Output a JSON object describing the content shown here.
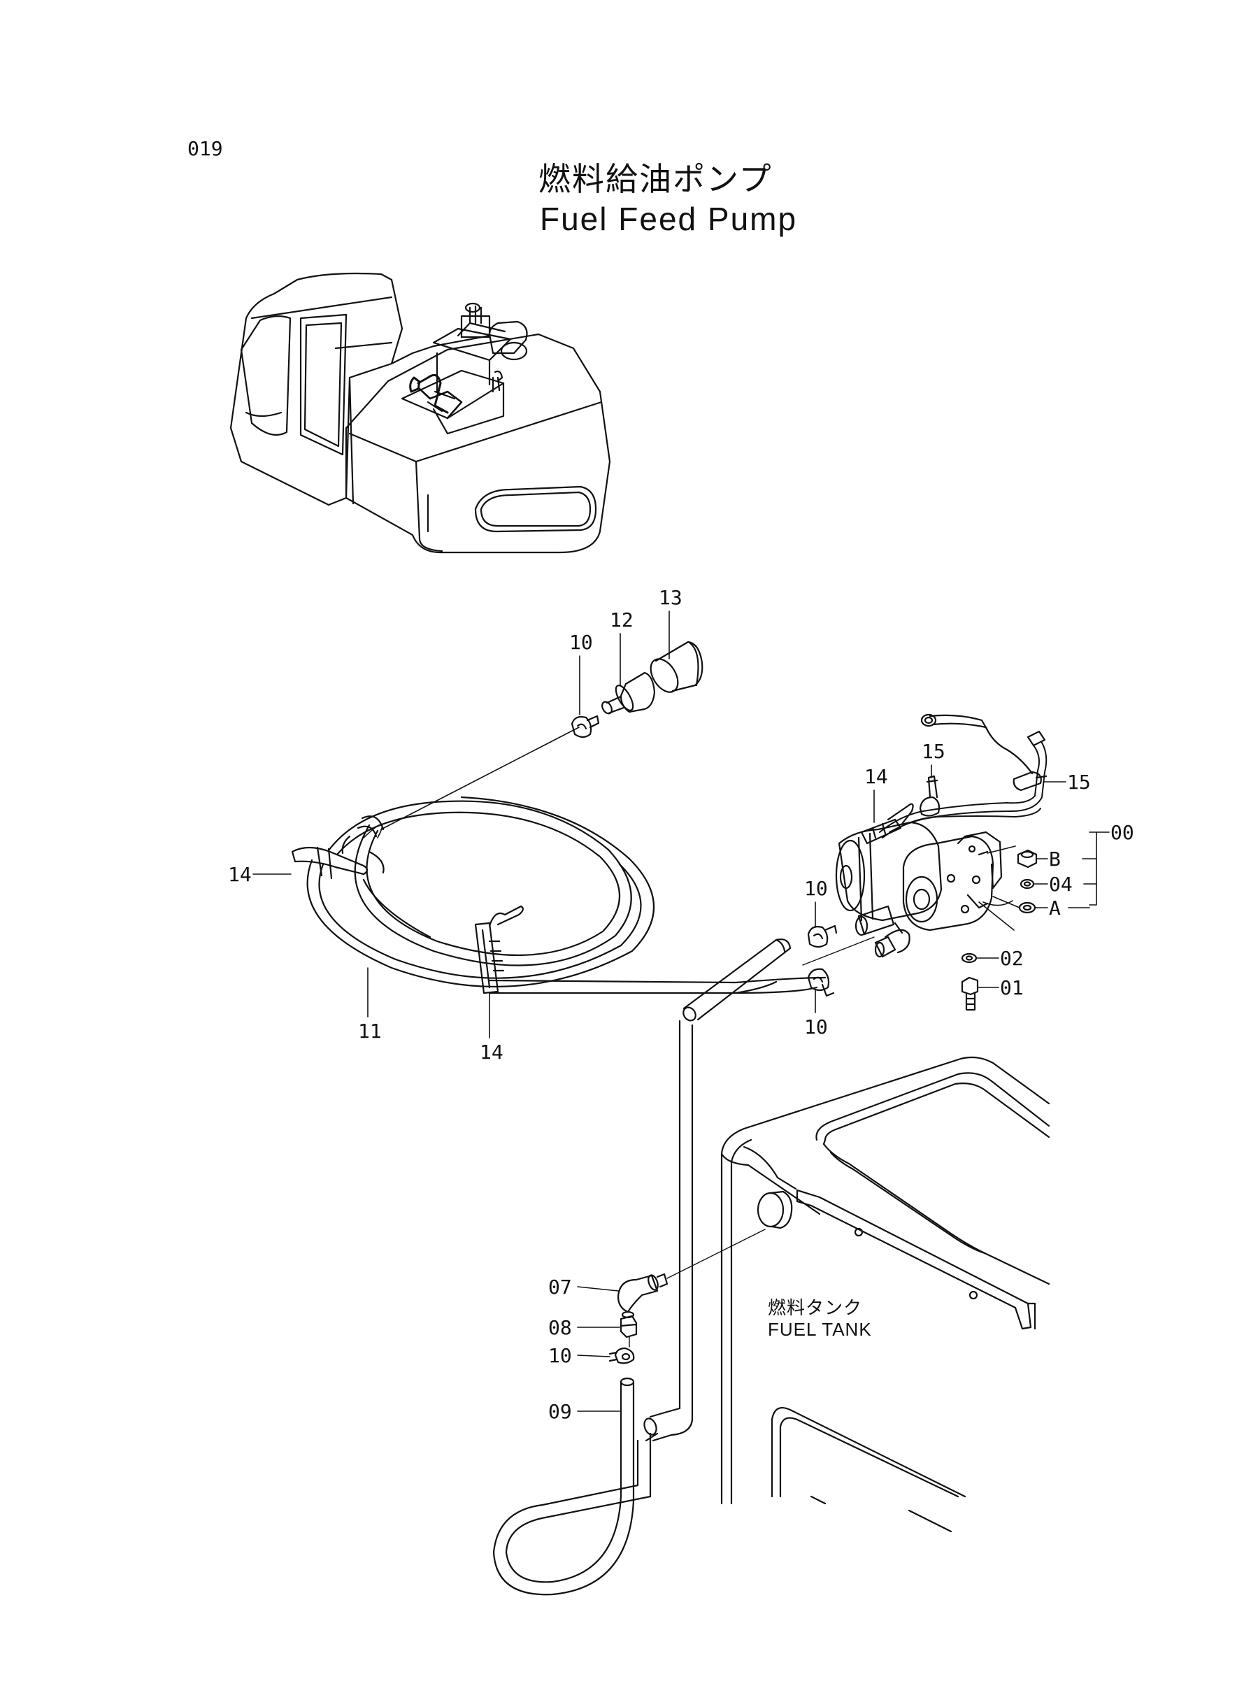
{
  "page_number": "019",
  "title_jp": "燃料給油ポンプ",
  "title_en": "Fuel Feed Pump",
  "tank_label_jp": "燃料タンク",
  "tank_label_en": "FUEL TANK",
  "callouts": {
    "c13": "13",
    "c12": "12",
    "c10_top": "10",
    "c15_top": "15",
    "c15_right": "15",
    "c14_pump": "14",
    "c00": "00",
    "cB": "B",
    "c04": "04",
    "cA": "A",
    "c10_mid": "10",
    "c10_low": "10",
    "c02": "02",
    "c01": "01",
    "c14_left": "14",
    "c11": "11",
    "c14_bottom": "14",
    "c07": "07",
    "c08": "08",
    "c10_fit": "10",
    "c09": "09"
  },
  "colors": {
    "line": "#111111",
    "paper": "#ffffff"
  }
}
